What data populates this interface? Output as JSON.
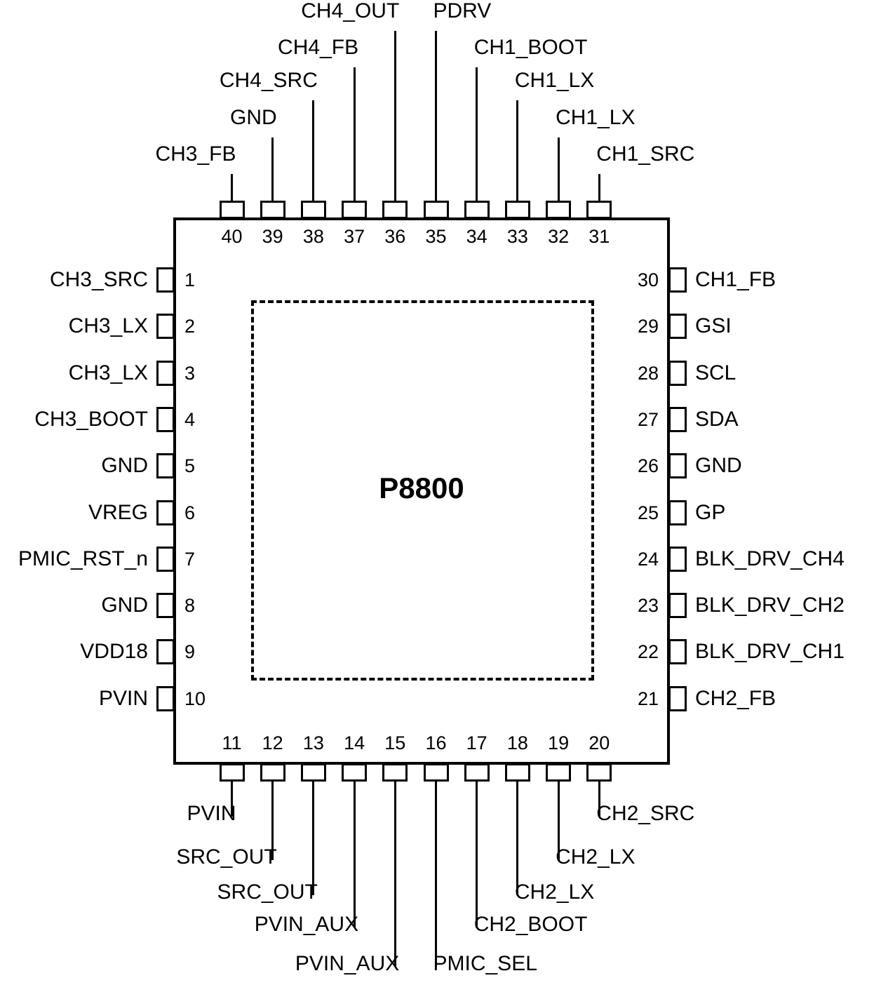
{
  "part": {
    "name": "P8800",
    "package_pins": 40
  },
  "pins": {
    "top": [
      {
        "num": "40",
        "label": "CH3_FB"
      },
      {
        "num": "39",
        "label": "GND"
      },
      {
        "num": "38",
        "label": "CH4_SRC"
      },
      {
        "num": "37",
        "label": "CH4_FB"
      },
      {
        "num": "36",
        "label": "CH4_OUT"
      },
      {
        "num": "35",
        "label": "PDRV"
      },
      {
        "num": "34",
        "label": "CH1_BOOT"
      },
      {
        "num": "33",
        "label": "CH1_LX"
      },
      {
        "num": "32",
        "label": "CH1_LX"
      },
      {
        "num": "31",
        "label": "CH1_SRC"
      }
    ],
    "left": [
      {
        "num": "1",
        "label": "CH3_SRC"
      },
      {
        "num": "2",
        "label": "CH3_LX"
      },
      {
        "num": "3",
        "label": "CH3_LX"
      },
      {
        "num": "4",
        "label": "CH3_BOOT"
      },
      {
        "num": "5",
        "label": "GND"
      },
      {
        "num": "6",
        "label": "VREG"
      },
      {
        "num": "7",
        "label": "PMIC_RST_n"
      },
      {
        "num": "8",
        "label": "GND"
      },
      {
        "num": "9",
        "label": "VDD18"
      },
      {
        "num": "10",
        "label": "PVIN"
      }
    ],
    "bottom": [
      {
        "num": "11",
        "label": "PVIN"
      },
      {
        "num": "12",
        "label": "SRC_OUT"
      },
      {
        "num": "13",
        "label": "SRC_OUT"
      },
      {
        "num": "14",
        "label": "PVIN_AUX"
      },
      {
        "num": "15",
        "label": "PVIN_AUX"
      },
      {
        "num": "16",
        "label": "PMIC_SEL"
      },
      {
        "num": "17",
        "label": "CH2_BOOT"
      },
      {
        "num": "18",
        "label": "CH2_LX"
      },
      {
        "num": "19",
        "label": "CH2_LX"
      },
      {
        "num": "20",
        "label": "CH2_SRC"
      }
    ],
    "right": [
      {
        "num": "30",
        "label": "CH1_FB"
      },
      {
        "num": "29",
        "label": "GSI"
      },
      {
        "num": "28",
        "label": "SCL"
      },
      {
        "num": "27",
        "label": "SDA"
      },
      {
        "num": "26",
        "label": "GND"
      },
      {
        "num": "25",
        "label": "GP"
      },
      {
        "num": "24",
        "label": "BLK_DRV_CH4"
      },
      {
        "num": "23",
        "label": "BLK_DRV_CH2"
      },
      {
        "num": "22",
        "label": "BLK_DRV_CH1"
      },
      {
        "num": "21",
        "label": "CH2_FB"
      }
    ]
  },
  "colors": {
    "line": "#000000",
    "background": "#ffffff"
  }
}
